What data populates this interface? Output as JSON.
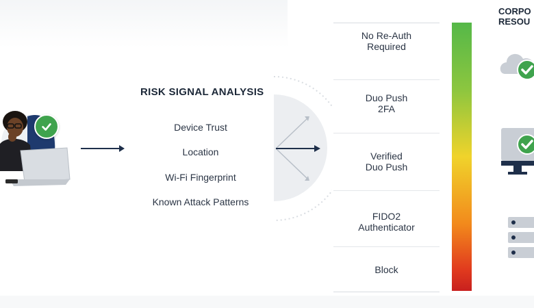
{
  "risk_analysis": {
    "title": "RISK SIGNAL ANALYSIS",
    "signals": [
      "Device Trust",
      "Location",
      "Wi-Fi Fingerprint",
      "Known Attack Patterns"
    ]
  },
  "auth_levels": [
    {
      "label_line1": "No Re-Auth",
      "label_line2": "Required"
    },
    {
      "label_line1": "Duo Push",
      "label_line2": "2FA"
    },
    {
      "label_line1": "Verified",
      "label_line2": "Duo Push"
    },
    {
      "label_line1": "FIDO2",
      "label_line2": "Authenticator"
    },
    {
      "label_line1": "Block",
      "label_line2": ""
    }
  ],
  "resources": {
    "title_line1": "CORPO",
    "title_line2": "RESOU",
    "items": [
      "cloud-icon",
      "monitor-icon",
      "server-icon"
    ]
  },
  "colors": {
    "check_green": "#3fa34d",
    "navy": "#1e2f4a",
    "gradient_top": "#55b848",
    "gradient_mid": "#f0d32b",
    "gradient_bottom": "#c8201e"
  }
}
